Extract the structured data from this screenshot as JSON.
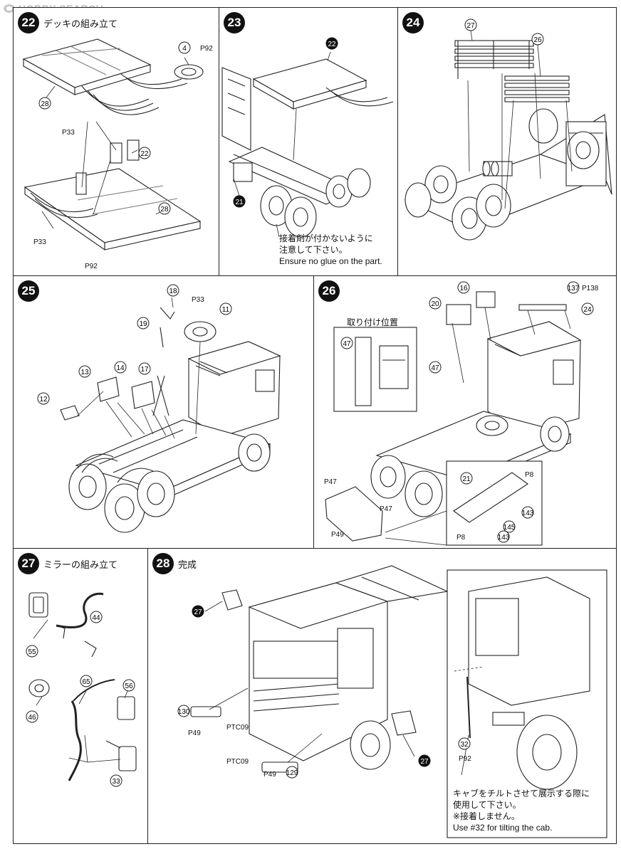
{
  "watermark": "HOBBY SEARCH",
  "steps": {
    "s22": {
      "num": "22",
      "title": "デッキの組み立て"
    },
    "s23": {
      "num": "23",
      "title": ""
    },
    "s24": {
      "num": "24",
      "title": ""
    },
    "s25": {
      "num": "25",
      "title": ""
    },
    "s26": {
      "num": "26",
      "title": ""
    },
    "s27": {
      "num": "27",
      "title": "ミラーの組み立て"
    },
    "s28": {
      "num": "28",
      "title": "完成"
    }
  },
  "notes": {
    "no_glue_jp1": "接着剤が付かないように",
    "no_glue_jp2": "注意して下さい。",
    "no_glue_en": "Ensure no glue on the part.",
    "mount_position": "取り付け位置",
    "tilt_jp1": "キャブをチルトさせて展示する際に",
    "tilt_jp2": "使用して下さい。",
    "tilt_jp3": "※接着しません。",
    "tilt_en": "Use #32 for tilting the cab."
  },
  "callouts": {
    "s22": [
      "4",
      "28",
      "22",
      "28"
    ],
    "s23": [
      "22",
      "21"
    ],
    "s24": [
      "27",
      "26"
    ],
    "s25": [
      "18",
      "11",
      "19",
      "13",
      "14",
      "17",
      "12"
    ],
    "s26": [
      "16",
      "137",
      "20",
      "24",
      "47",
      "47",
      "21",
      "143",
      "145",
      "143"
    ],
    "s27": [
      "44",
      "55",
      "65",
      "56",
      "46",
      "33"
    ],
    "s28": [
      "27",
      "130",
      "129",
      "27",
      "32"
    ]
  },
  "runner_refs": {
    "s22": [
      "P92",
      "P33",
      "P33",
      "P92"
    ],
    "s25": [
      "P33"
    ],
    "s26": [
      "P138",
      "P47",
      "P47",
      "P49",
      "P8",
      "P8"
    ],
    "s28": [
      "P49",
      "PTC09",
      "PTC09",
      "P49",
      "P92"
    ]
  },
  "colors": {
    "ink": "#111111",
    "line": "#222222",
    "paper": "#ffffff",
    "watermark": "#bdbdbd"
  }
}
